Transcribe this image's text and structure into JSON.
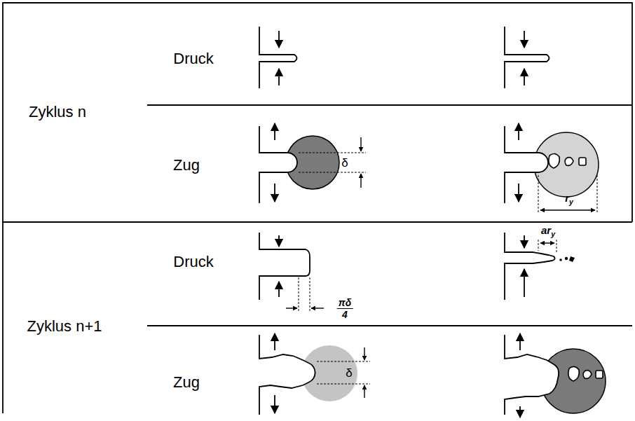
{
  "diagram": {
    "labels": [
      "Zyklus n",
      "Druck",
      "Zug",
      "δ",
      "ry",
      "Zyklus n+1",
      "Druck",
      "πδ/4",
      "ary",
      "Zug",
      "δ"
    ]
  }
}
